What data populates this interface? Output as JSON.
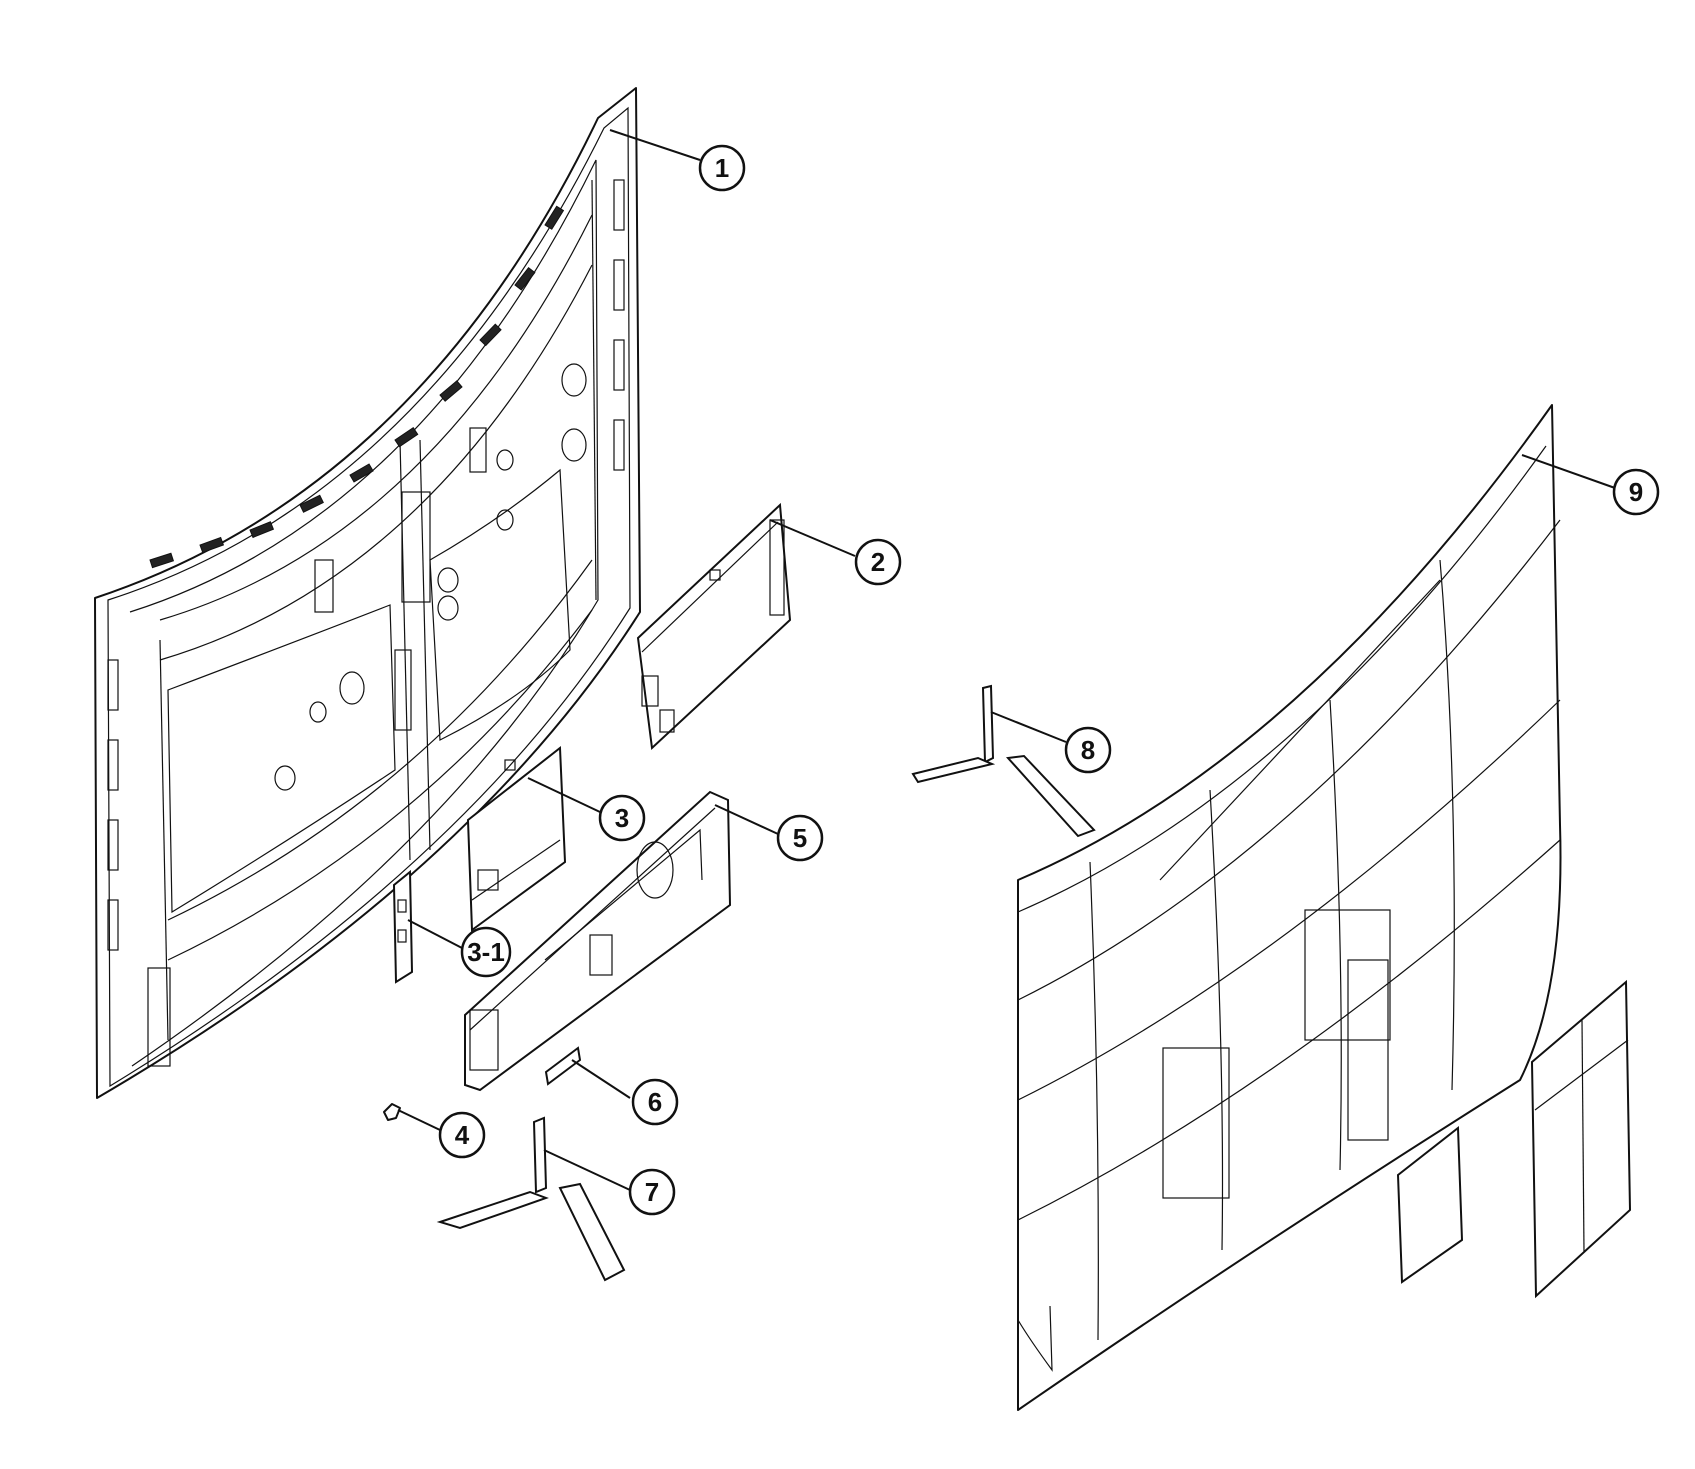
{
  "callouts": [
    {
      "id": "1",
      "label": "1"
    },
    {
      "id": "2",
      "label": "2"
    },
    {
      "id": "3",
      "label": "3"
    },
    {
      "id": "3-1",
      "label": "3-1"
    },
    {
      "id": "4",
      "label": "4"
    },
    {
      "id": "5",
      "label": "5"
    },
    {
      "id": "6",
      "label": "6"
    },
    {
      "id": "7",
      "label": "7"
    },
    {
      "id": "8",
      "label": "8"
    },
    {
      "id": "9",
      "label": "9"
    }
  ],
  "parts": [
    {
      "callout": "1",
      "icon": "curved-panel-frame-icon"
    },
    {
      "callout": "2",
      "icon": "circuit-board-icon"
    },
    {
      "callout": "3",
      "icon": "circuit-board-icon"
    },
    {
      "callout": "3-1",
      "icon": "small-board-icon"
    },
    {
      "callout": "4",
      "icon": "clip-icon"
    },
    {
      "callout": "5",
      "icon": "bracket-assembly-icon"
    },
    {
      "callout": "6",
      "icon": "small-bracket-icon"
    },
    {
      "callout": "7",
      "icon": "stand-leg-icon"
    },
    {
      "callout": "8",
      "icon": "stand-leg-icon"
    },
    {
      "callout": "9",
      "icon": "rear-cover-icon"
    }
  ]
}
